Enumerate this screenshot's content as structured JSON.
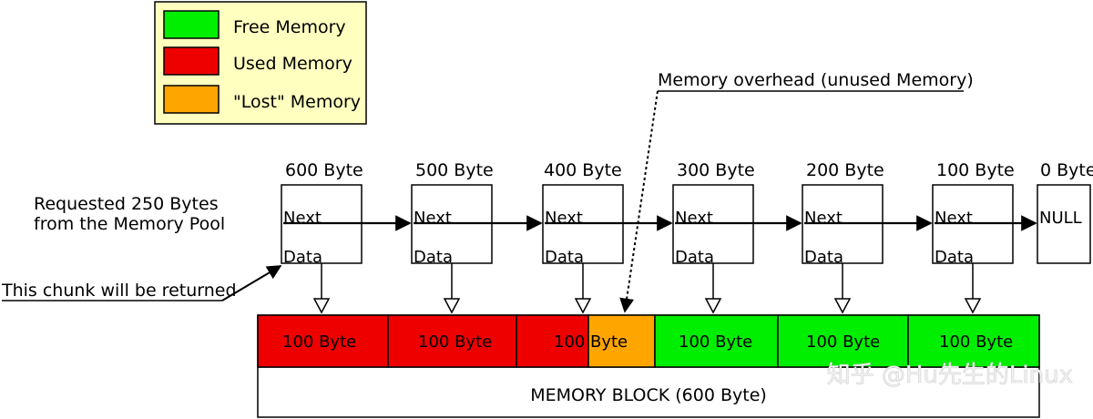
{
  "legend": {
    "items": [
      {
        "label": "Free Memory",
        "color": "#00ee00"
      },
      {
        "label": "Used Memory",
        "color": "#ee0000"
      },
      {
        "label": "\"Lost\" Memory",
        "color": "#ffa500"
      }
    ]
  },
  "overhead_label": "Memory overhead (unused Memory)",
  "request_label": {
    "line1": "Requested 250 Bytes",
    "line2": "from the Memory Pool"
  },
  "return_label": "This chunk will be returned",
  "nodes": [
    {
      "size": "600 Byte",
      "next": "Next",
      "data": "Data"
    },
    {
      "size": "500 Byte",
      "next": "Next",
      "data": "Data"
    },
    {
      "size": "400 Byte",
      "next": "Next",
      "data": "Data"
    },
    {
      "size": "300 Byte",
      "next": "Next",
      "data": "Data"
    },
    {
      "size": "200 Byte",
      "next": "Next",
      "data": "Data"
    },
    {
      "size": "100 Byte",
      "next": "Next",
      "data": "Data"
    }
  ],
  "null_node": {
    "size": "0 Byte",
    "label": "NULL"
  },
  "segments": [
    {
      "label": "100 Byte",
      "state": "used"
    },
    {
      "label": "100 Byte",
      "state": "used"
    },
    {
      "label": "100",
      "state": "used"
    },
    {
      "label": "Byte",
      "state": "lost"
    },
    {
      "label": "100 Byte",
      "state": "free"
    },
    {
      "label": "100 Byte",
      "state": "free"
    },
    {
      "label": "100 Byte",
      "state": "free"
    }
  ],
  "memory_block_label": "MEMORY BLOCK (600 Byte)",
  "watermark": "知乎 @Hu先生的Linux",
  "colors": {
    "used": "#ee0000",
    "lost": "#ffa500",
    "free": "#00ee00",
    "legend_bg": "#ffffc0"
  }
}
